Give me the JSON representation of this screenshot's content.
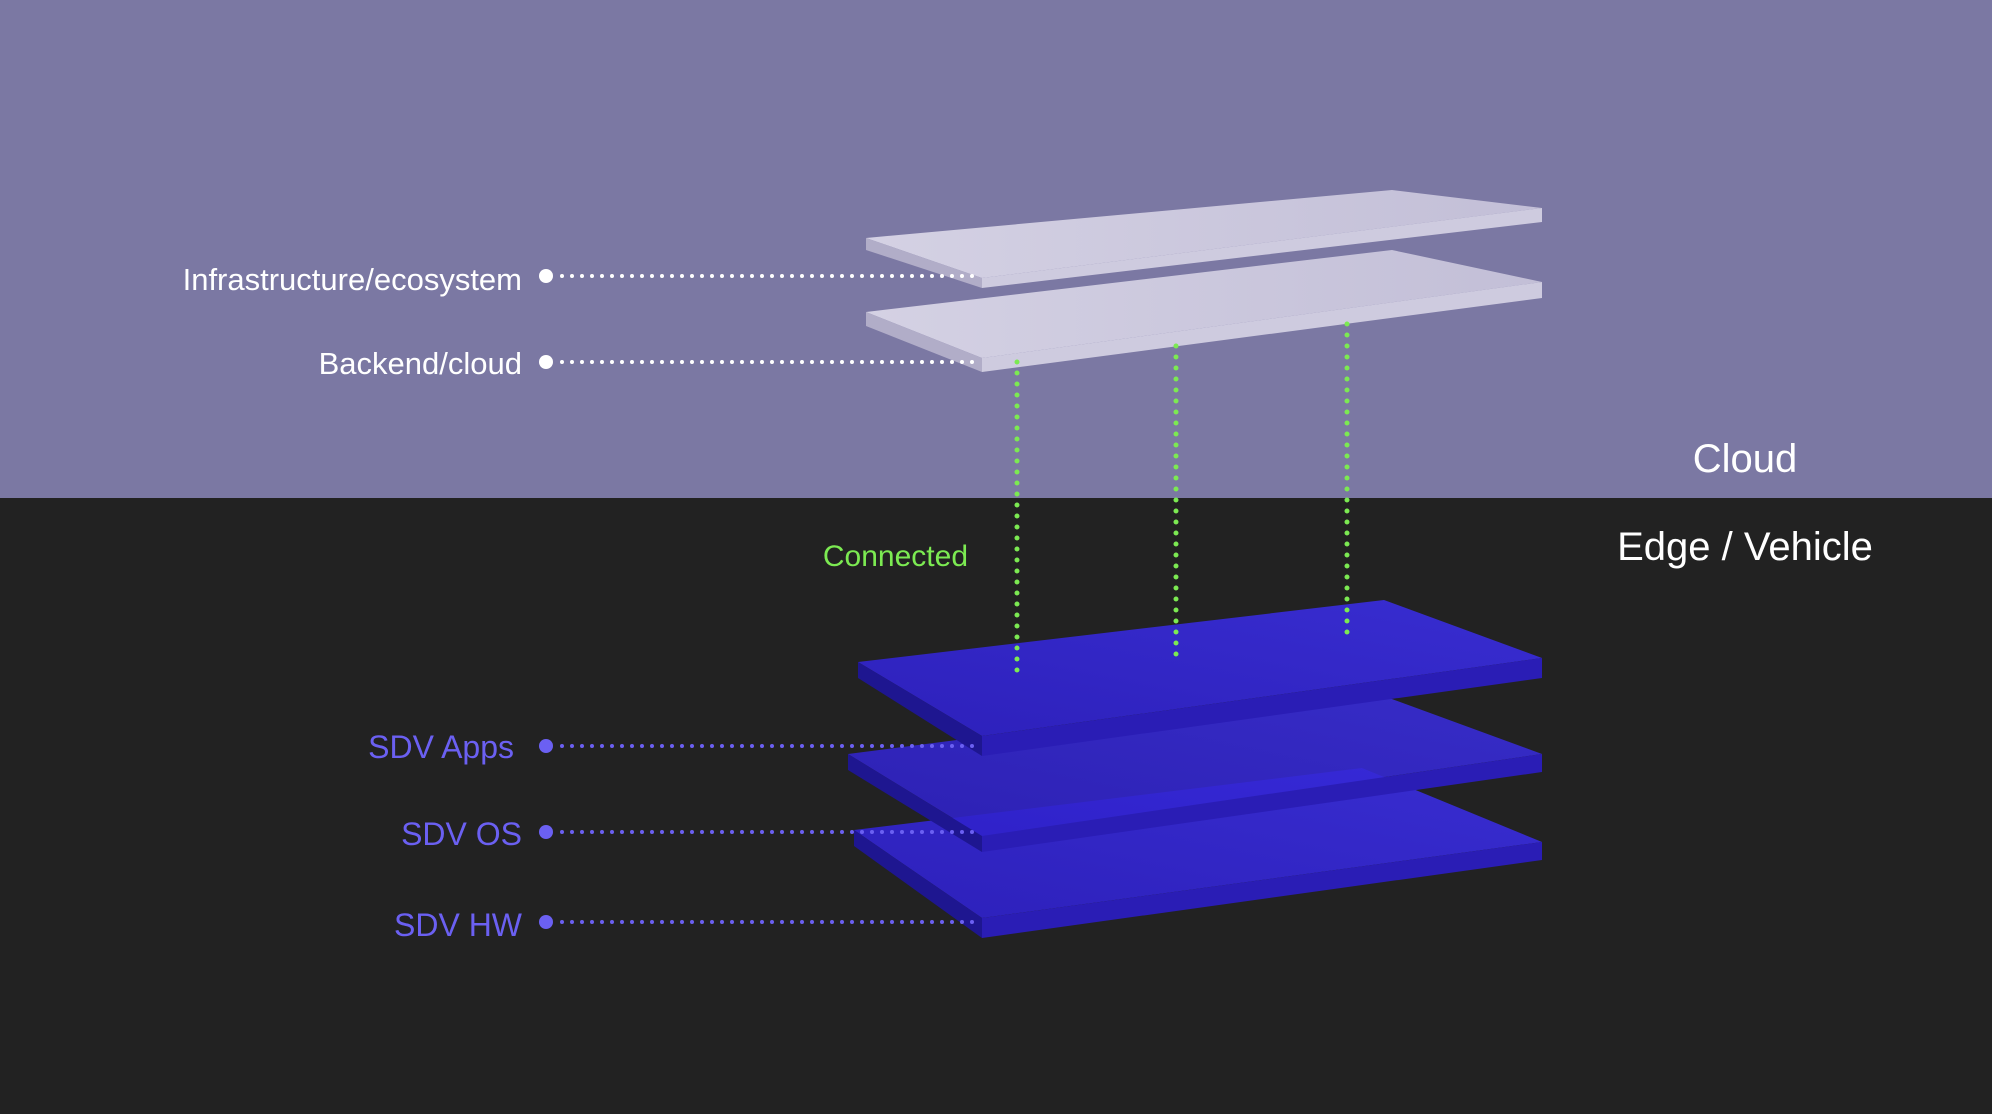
{
  "zones": {
    "cloud": {
      "label": "Cloud",
      "color": "#7b78a3"
    },
    "edge": {
      "label": "Edge / Vehicle",
      "color": "#222222"
    }
  },
  "cloud_layers": [
    {
      "id": "infrastructure",
      "label": "Infrastructure/ecosystem"
    },
    {
      "id": "backend",
      "label": "Backend/cloud"
    }
  ],
  "vehicle_layers": [
    {
      "id": "sdv-apps",
      "label": "SDV Apps"
    },
    {
      "id": "sdv-os",
      "label": "SDV OS"
    },
    {
      "id": "sdv-hw",
      "label": "SDV HW"
    }
  ],
  "connection": {
    "label": "Connected",
    "color": "#7cea52"
  },
  "colors": {
    "cloud_label": "#ffffff",
    "vehicle_label": "#6b60f2",
    "cloud_plate": "#c9c5dc",
    "vehicle_plate": "#2d1fc7"
  },
  "footnote": ""
}
